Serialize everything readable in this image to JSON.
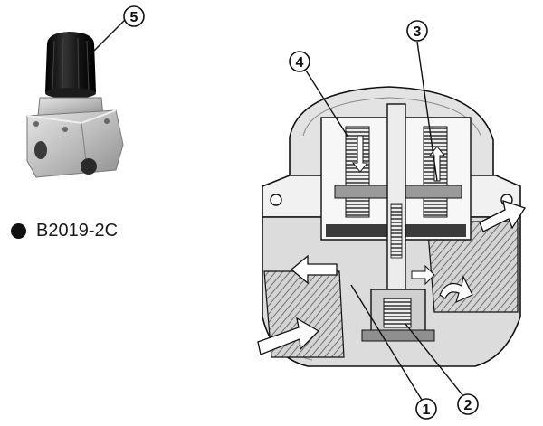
{
  "product": {
    "model_code": "B2019-2C"
  },
  "callouts": [
    {
      "id": "1",
      "label": "1"
    },
    {
      "id": "2",
      "label": "2"
    },
    {
      "id": "3",
      "label": "3"
    },
    {
      "id": "4",
      "label": "4"
    },
    {
      "id": "5",
      "label": "5"
    }
  ],
  "colors": {
    "ink": "#111111",
    "mid_gray": "#8a8a8a",
    "light_gray": "#c8c8c8",
    "metal": "#b9b9b9"
  }
}
